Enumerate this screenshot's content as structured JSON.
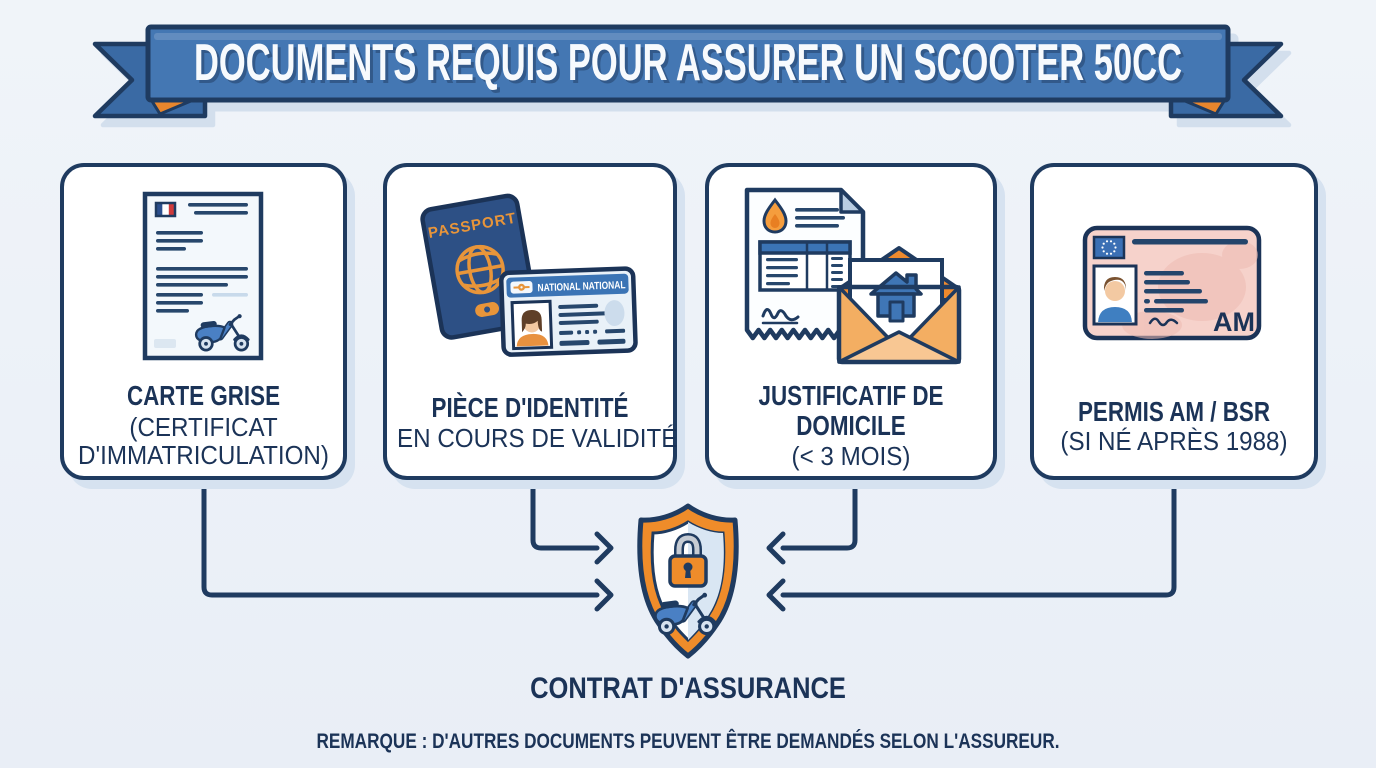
{
  "banner": {
    "title": "DOCUMENTS REQUIS POUR ASSURER UN SCOOTER 50CC"
  },
  "card1": {
    "title": "CARTE GRISE",
    "sub1": "(CERTIFICAT",
    "sub2": "D'IMMATRICULATION)"
  },
  "card2": {
    "title": "PIÈCE D'IDENTITÉ",
    "sub1": "EN COURS DE VALIDITÉ",
    "passport_label": "PASSPORT",
    "id_header": "NATIONAL NATIONAL"
  },
  "card3": {
    "title1": "JUSTIFICATIF DE",
    "title2": "DOMICILE",
    "sub1": "(< 3 MOIS)"
  },
  "card4": {
    "title": "PERMIS AM / BSR",
    "sub1": "(SI NÉ APRÈS 1988)",
    "badge": "AM"
  },
  "contract": {
    "label": "CONTRAT D'ASSURANCE"
  },
  "note": {
    "text": "REMARQUE : D'AUTRES DOCUMENTS PEUVENT ÊTRE DEMANDÉS SELON L'ASSUREUR."
  },
  "icons": {
    "card1": "vehicle-registration-document-icon",
    "card2": "passport-and-id-card-icon",
    "card3": "utility-bill-and-envelope-icon",
    "card4": "driving-license-icon",
    "center": "shield-lock-scooter-icon"
  },
  "colors": {
    "background": "#edf2f8",
    "navy_outline": "#1f3b60",
    "text_navy": "#1b3357",
    "banner_blue": "#4477b3",
    "banner_tail_blue": "#3a6aa4",
    "accent_orange": "#e8862d",
    "mid_blue": "#3b74b5",
    "light_blue": "#ccdcec",
    "card_shadow": "#d6e2f0",
    "passport_navy": "#2d5085",
    "license_pink": "#f6d2cb",
    "envelope_orange": "#f3ae62",
    "scooter_blue": "#4a80c4"
  }
}
